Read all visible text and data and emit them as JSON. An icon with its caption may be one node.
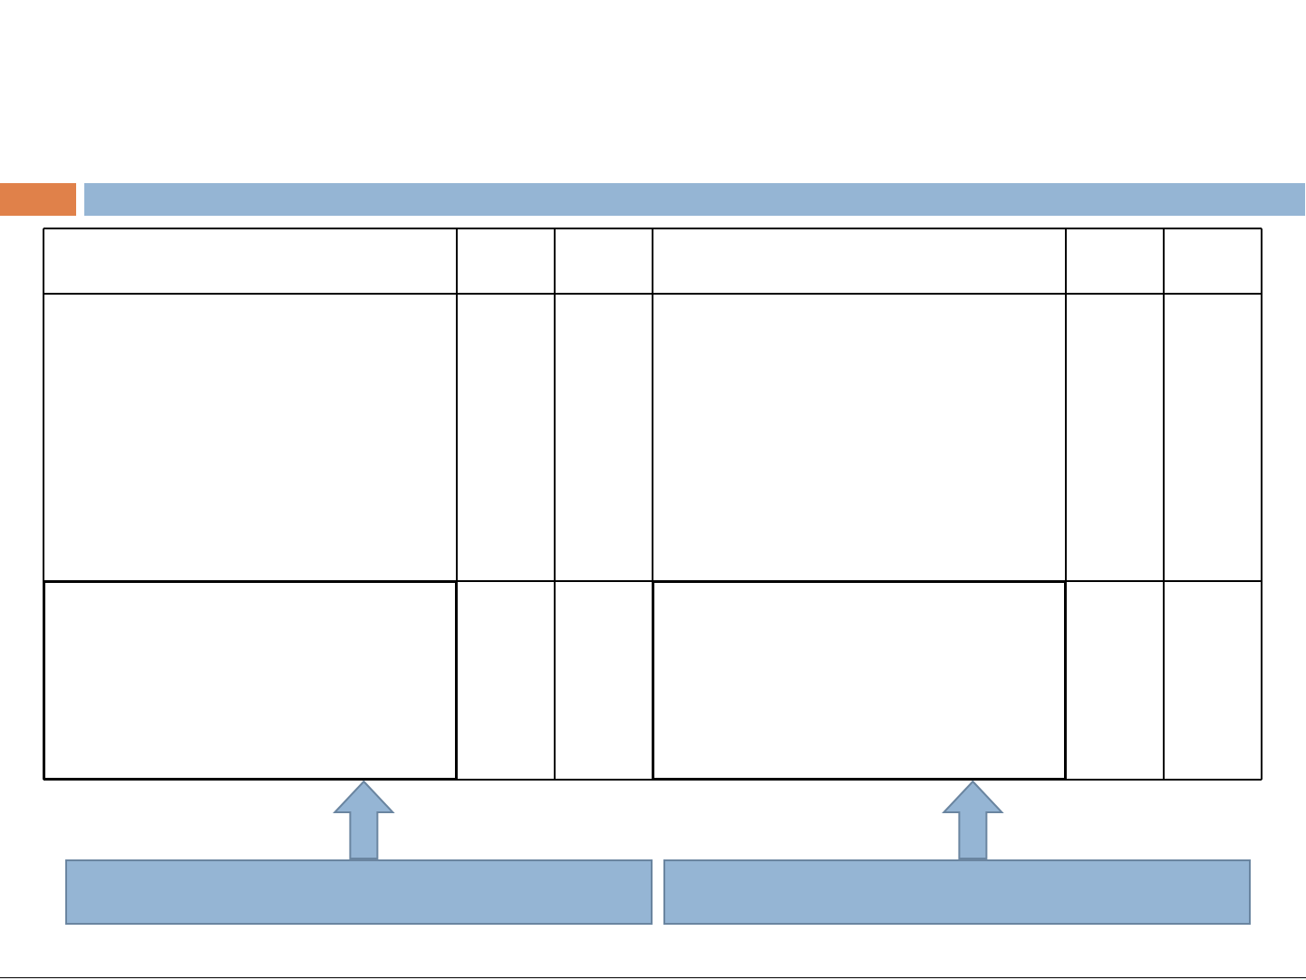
{
  "diagram": {
    "nodes": [
      {
        "text": [],
        "shape": "box"
      },
      {
        "text": [],
        "shape": "box"
      },
      {
        "text": [],
        "shape": "box"
      },
      {
        "text": [],
        "shape": "box"
      }
    ],
    "edges": [
      {
        "from": 2,
        "to": 0,
        "arrow": "to",
        "style": "thick"
      },
      {
        "from": 3,
        "to": 1,
        "arrow": "to",
        "style": "thick"
      }
    ]
  }
}
